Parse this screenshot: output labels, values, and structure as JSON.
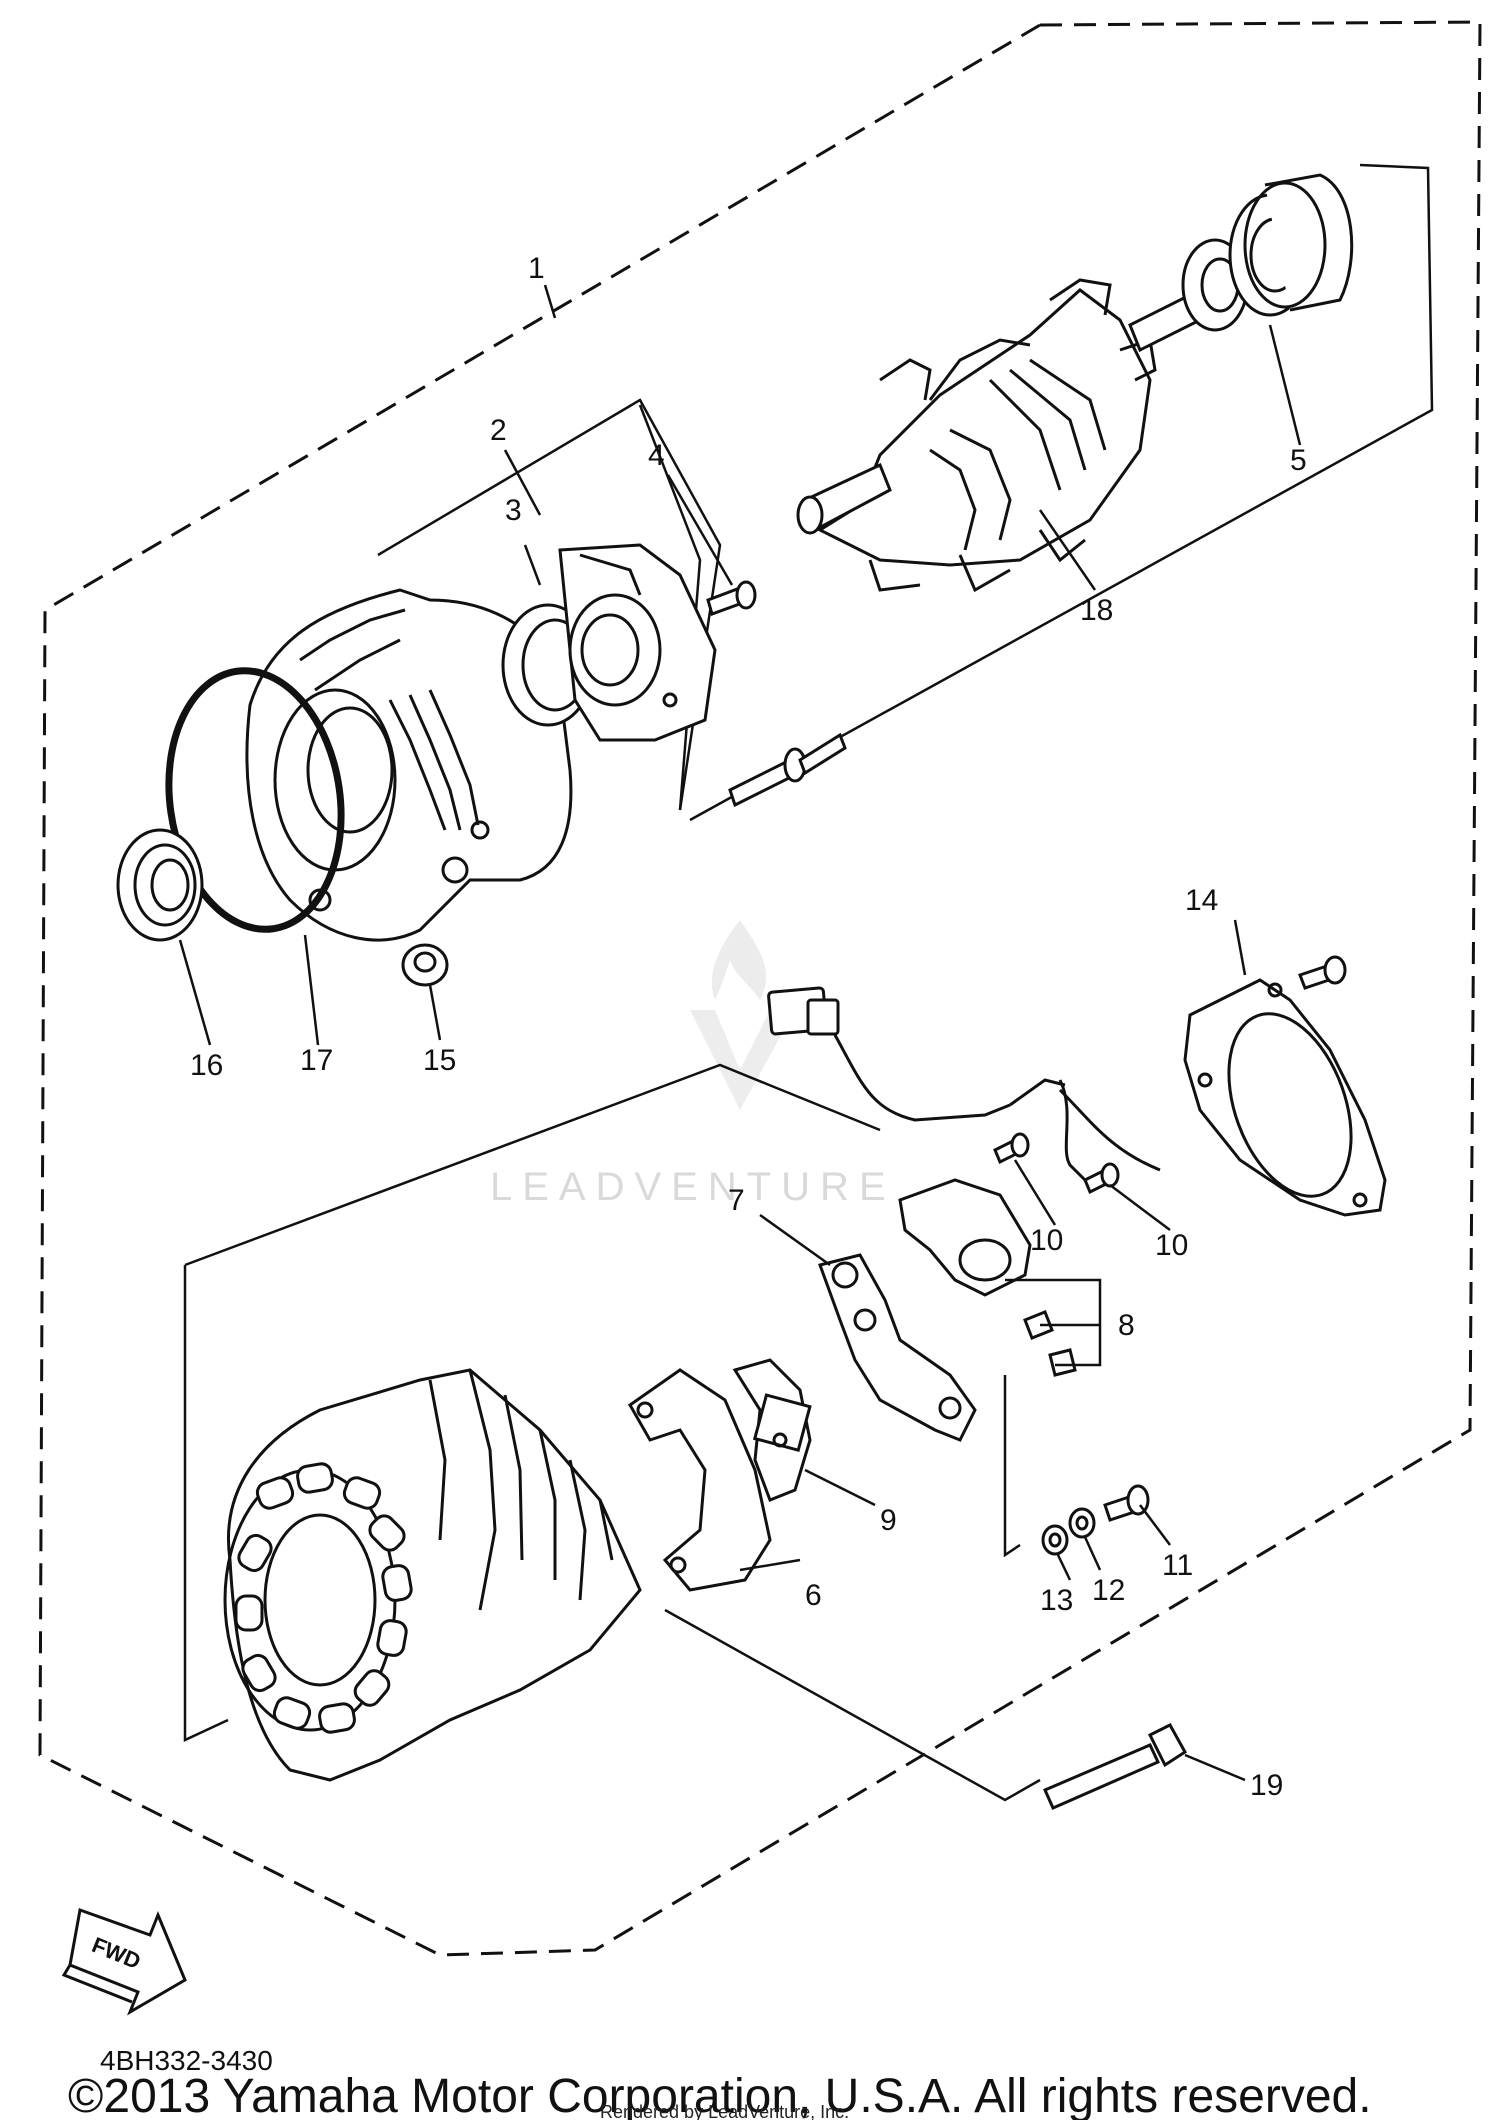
{
  "diagram": {
    "part_code": "4BH332-3430",
    "copyright": "©2013 Yamaha Motor Corporation, U.S.A. All rights reserved.",
    "rendered_by": "Rendered by LeadVenture, Inc.",
    "watermark": "LEADVENTURE",
    "fwd_label": "FWD",
    "callouts": [
      "1",
      "2",
      "3",
      "4",
      "5",
      "6",
      "7",
      "8",
      "9",
      "10",
      "10",
      "11",
      "12",
      "13",
      "14",
      "15",
      "16",
      "17",
      "18",
      "19"
    ]
  }
}
